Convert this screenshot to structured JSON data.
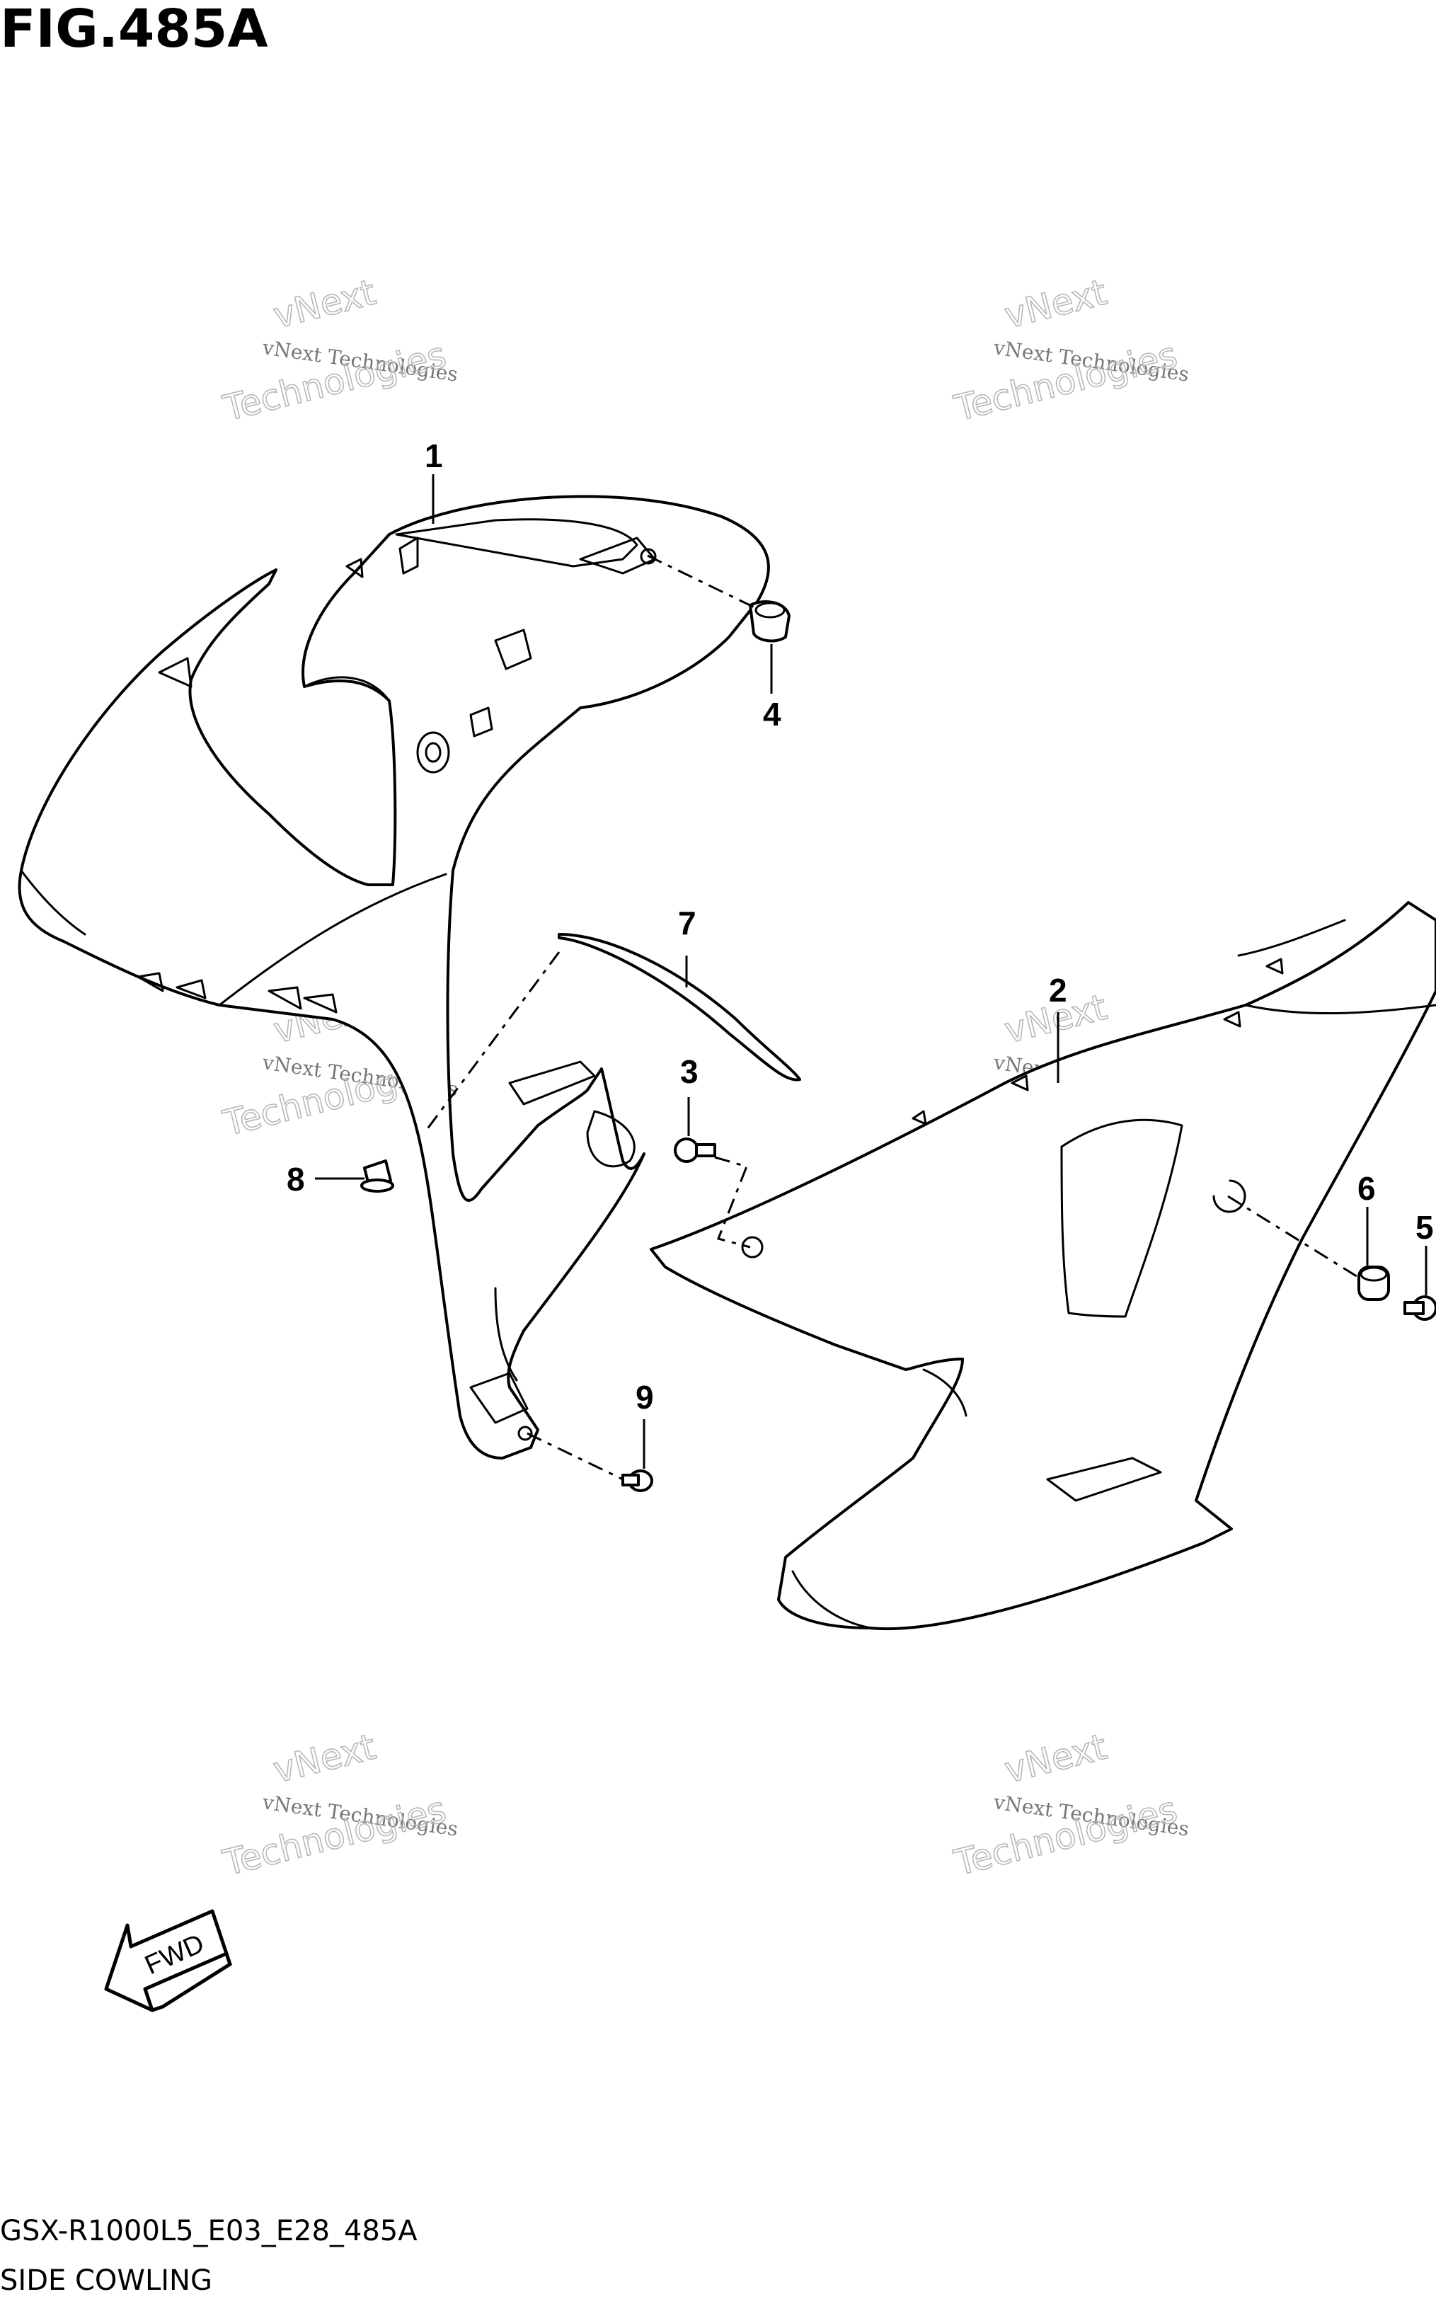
{
  "figure": {
    "title": "FIG.485A",
    "model_code": "GSX-R1000L5_E03_E28_485A",
    "caption": "SIDE COWLING"
  },
  "watermark": {
    "small_text": "vNext Technologies",
    "large_line1": "vNext",
    "large_line2": "Technologies"
  },
  "fwd_label": "FWD",
  "callouts": {
    "c1": "1",
    "c2": "2",
    "c3": "3",
    "c4": "4",
    "c5": "5",
    "c6": "6",
    "c7": "7",
    "c8": "8",
    "c9": "9"
  }
}
